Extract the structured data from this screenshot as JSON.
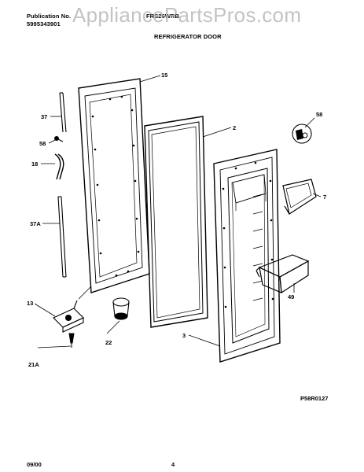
{
  "header": {
    "publication_label": "Publication No.",
    "publication_number": "5995343901",
    "model": "FRS26WRB",
    "section_title": "REFRIGERATOR DOOR"
  },
  "watermark": "AppliancePartsPros.com",
  "callouts": {
    "c15": "15",
    "c2": "2",
    "c37": "37",
    "c58a": "58",
    "c18": "18",
    "c37A": "37A",
    "c13": "13",
    "c22": "22",
    "c21A": "21A",
    "c58b": "58",
    "c7": "7",
    "c49": "49",
    "c3": "3"
  },
  "footer": {
    "code": "P58R0127",
    "date": "09/00",
    "page": "4"
  }
}
